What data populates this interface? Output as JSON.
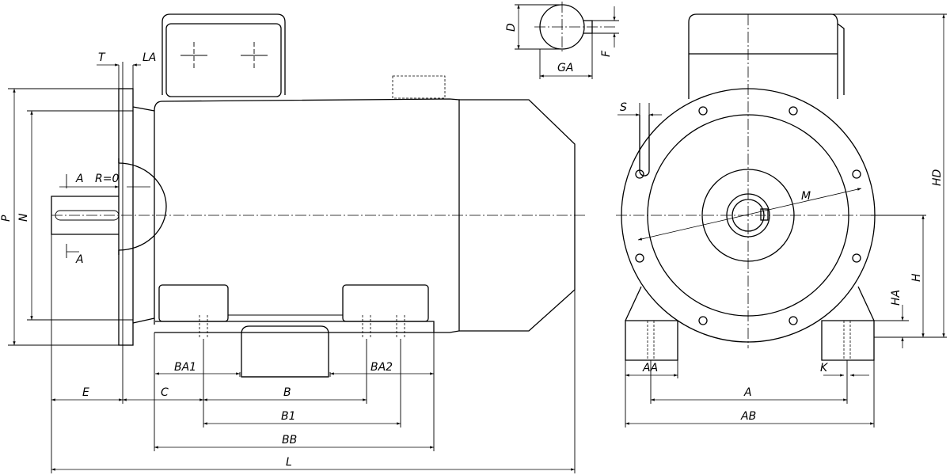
{
  "labels": {
    "T": "T",
    "LA": "LA",
    "P": "P",
    "N": "N",
    "A_top": "A",
    "A_bottom": "A",
    "R0": "R=0",
    "BA1": "BA1",
    "BA2": "BA2",
    "E": "E",
    "C": "C",
    "B": "B",
    "B1": "B1",
    "BB": "BB",
    "L": "L",
    "D": "D",
    "F": "F",
    "GA": "GA",
    "S": "S",
    "M": "M",
    "HD": "HD",
    "H": "H",
    "HA": "HA",
    "AA": "AA",
    "K": "K",
    "A": "A",
    "AB": "AB"
  }
}
